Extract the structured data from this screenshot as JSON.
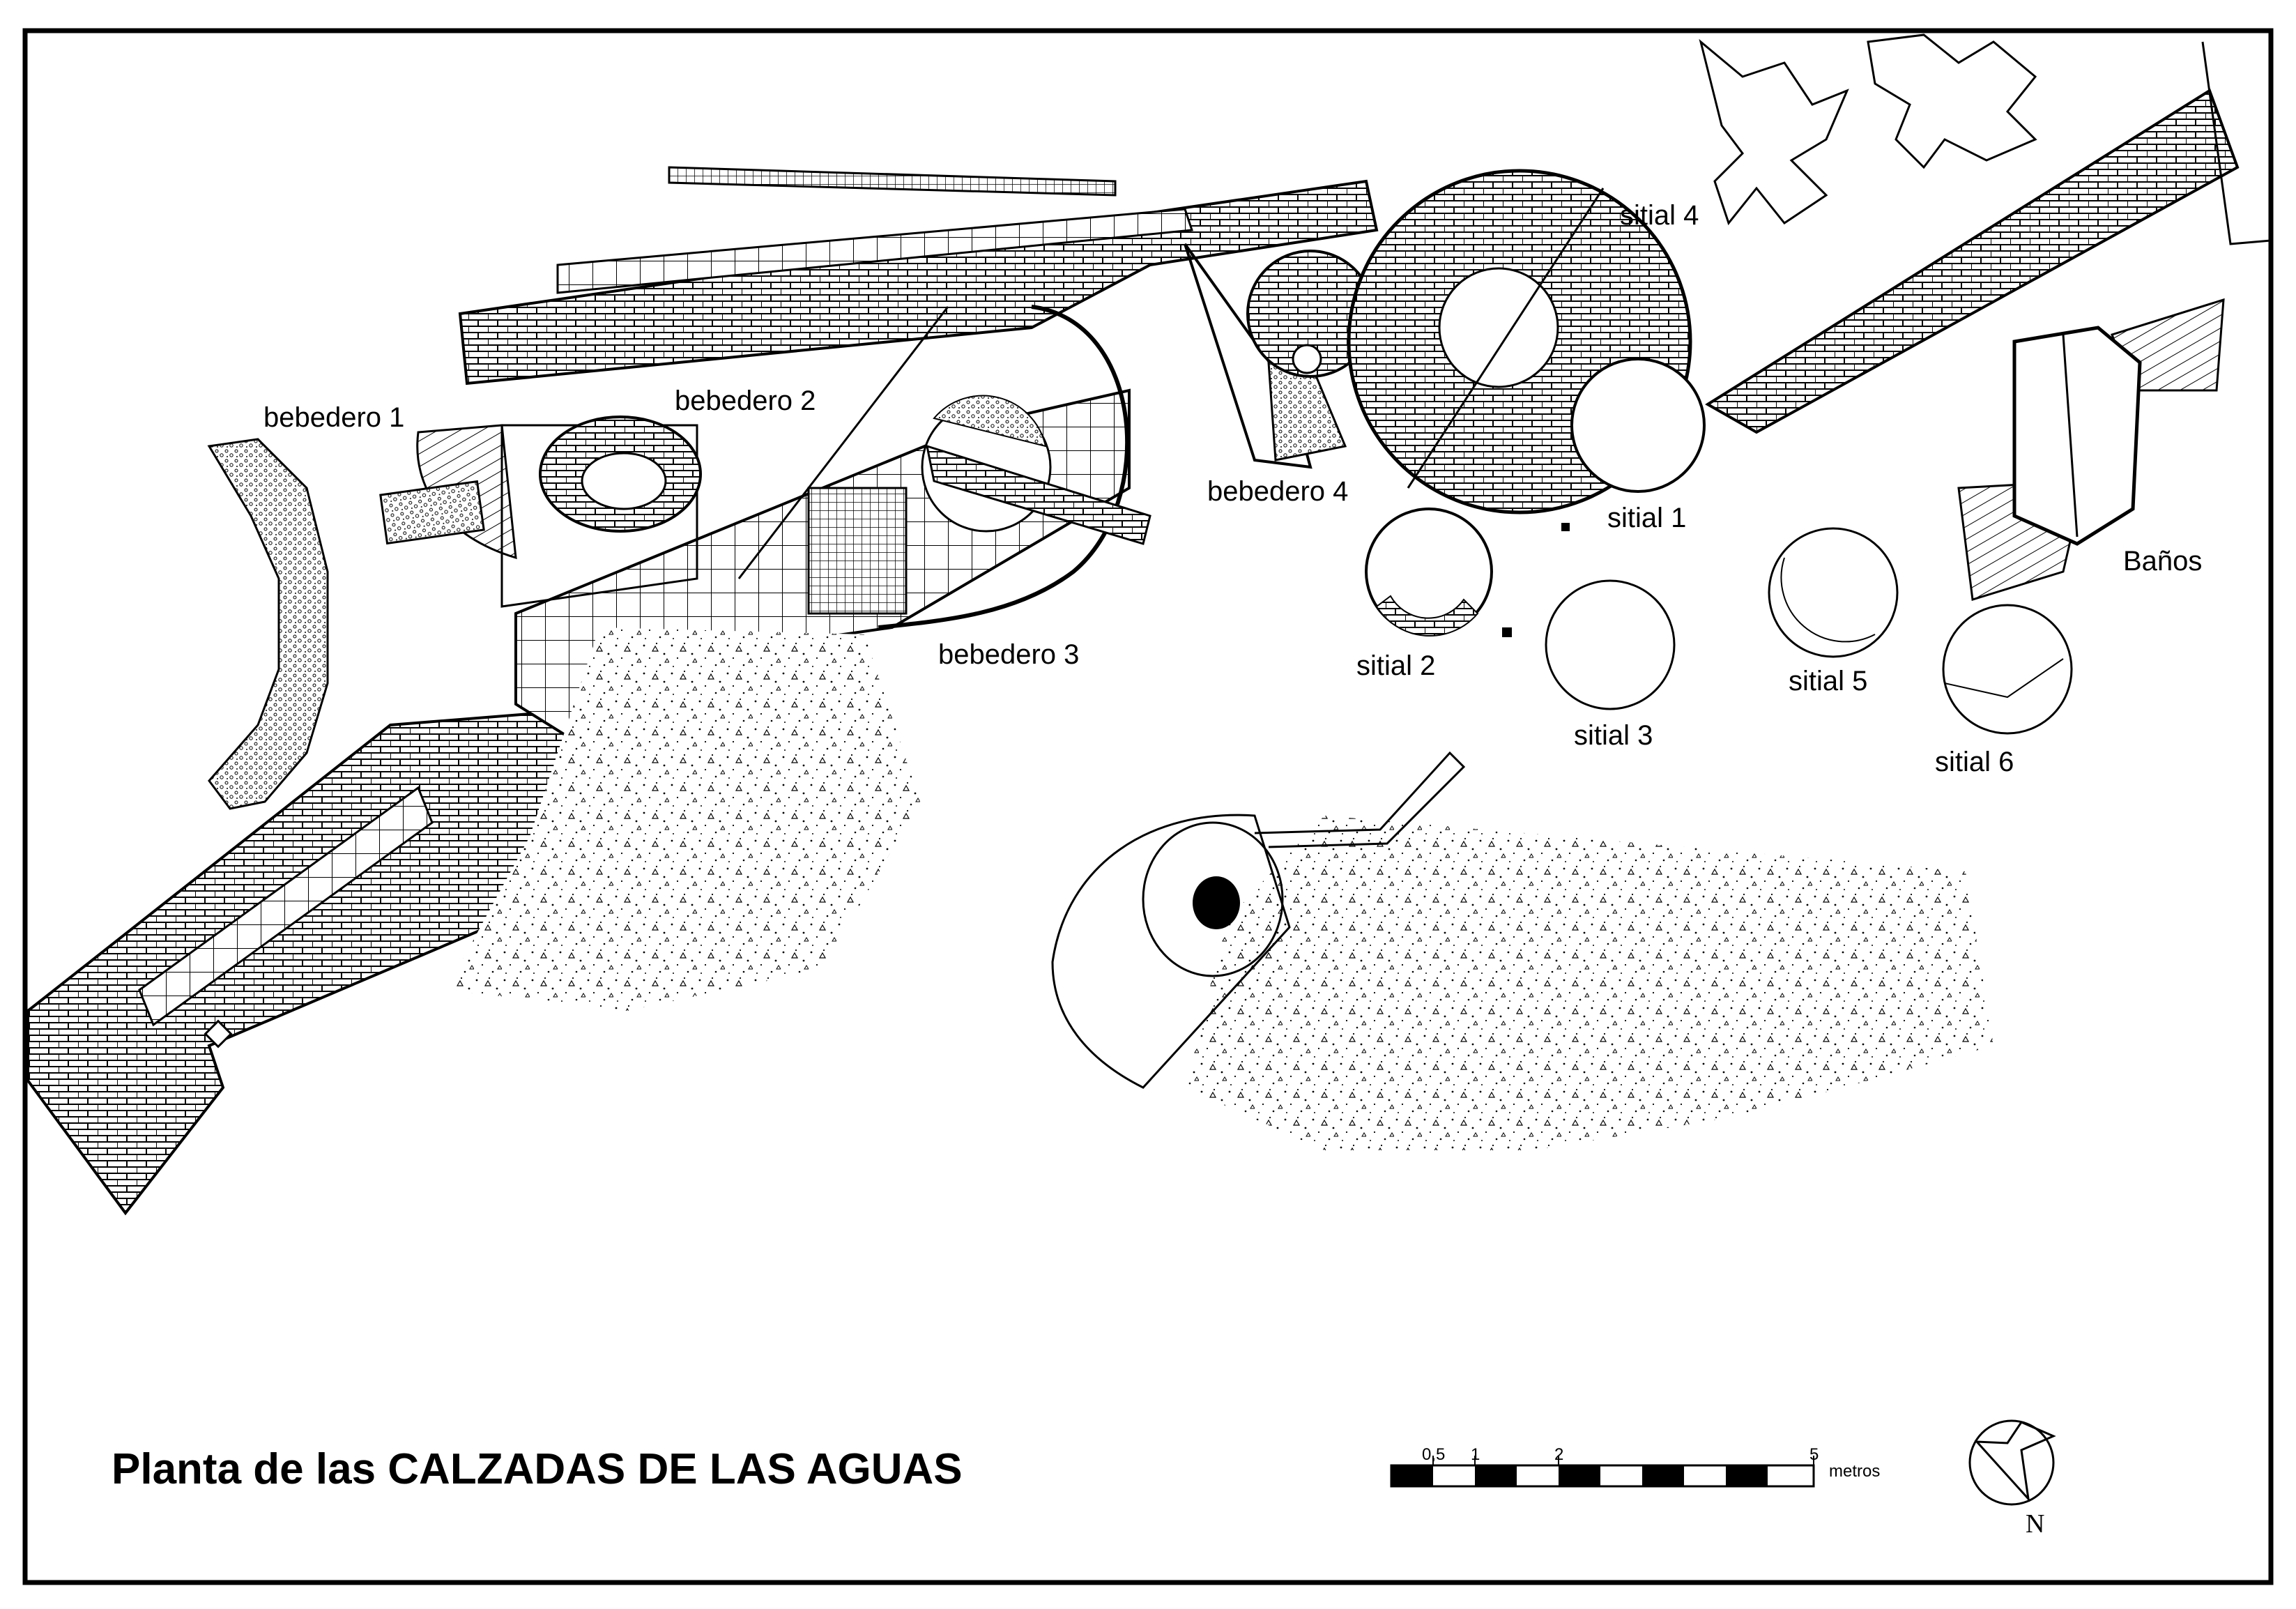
{
  "plan": {
    "title": "Planta de las CALZADAS DE LAS AGUAS",
    "labels": {
      "bebedero_1": "bebedero 1",
      "bebedero_2": "bebedero 2",
      "bebedero_3": "bebedero 3",
      "bebedero_4": "bebedero 4",
      "sitial_1": "sitial 1",
      "sitial_2": "sitial 2",
      "sitial_3": "sitial 3",
      "sitial_4": "sitial 4",
      "sitial_5": "sitial 5",
      "sitial_6": "sitial 6",
      "banos": "Baños"
    }
  },
  "scale_bar": {
    "ticks": [
      "0,5",
      "1",
      "2",
      "5"
    ],
    "unit": "metros"
  },
  "north_arrow": {
    "label": "N"
  }
}
